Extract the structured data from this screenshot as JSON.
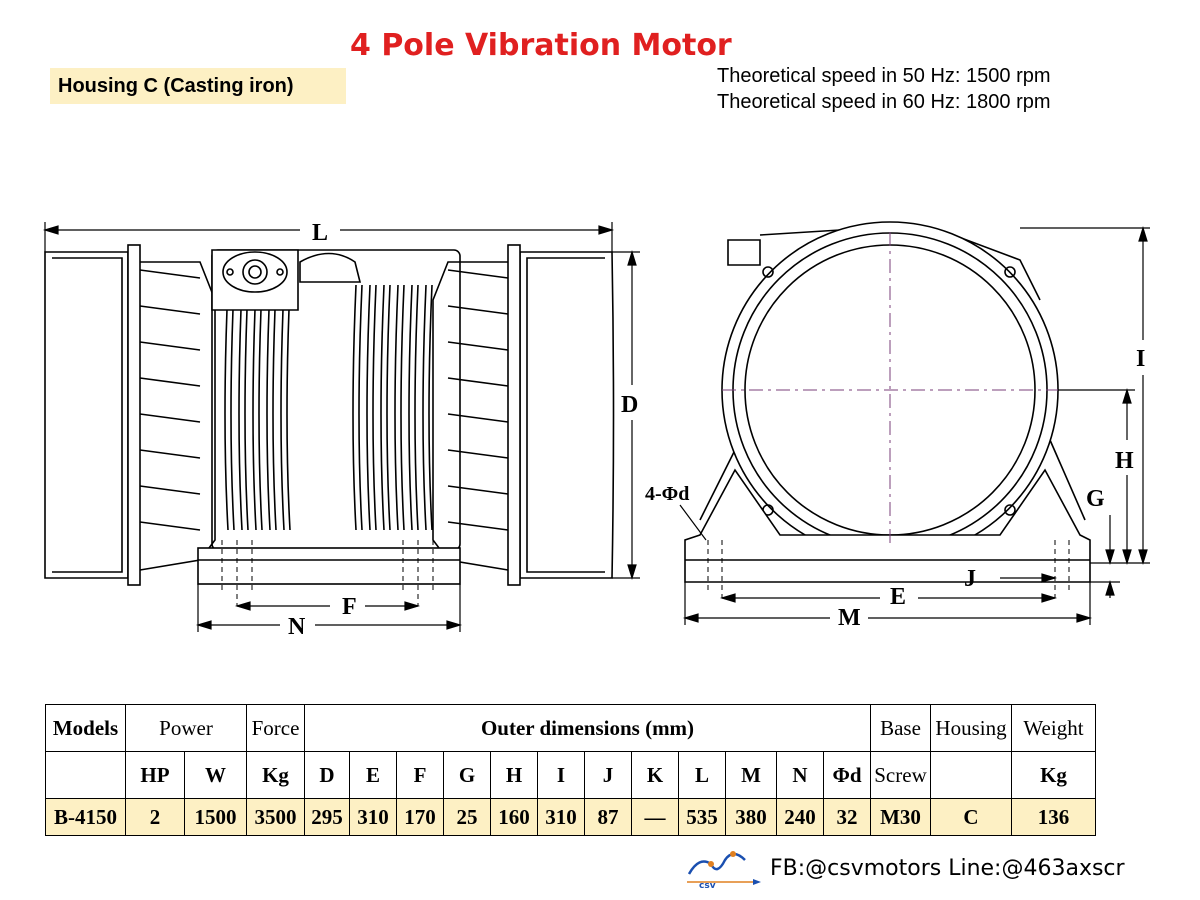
{
  "title": "4 Pole Vibration Motor",
  "housing_label": "Housing C (Casting iron)",
  "speed": {
    "line1": "Theoretical speed in 50 Hz: 1500 rpm",
    "line2": "Theoretical speed in 60 Hz: 1800 rpm"
  },
  "dimension_labels": {
    "L": "L",
    "D": "D",
    "F": "F",
    "N": "N",
    "I": "I",
    "H": "H",
    "G": "G",
    "J": "J",
    "E": "E",
    "M": "M",
    "holes": "4-Φd"
  },
  "table": {
    "group_headers": {
      "models": "Models",
      "power": "Power",
      "force": "Force",
      "outer": "Outer dimensions (mm)",
      "base": "Base",
      "housing": "Housing",
      "weight": "Weight"
    },
    "sub_headers": [
      "HP",
      "W",
      "Kg",
      "D",
      "E",
      "F",
      "G",
      "H",
      "I",
      "J",
      "K",
      "L",
      "M",
      "N",
      "Φd",
      "Screw",
      "Kg"
    ],
    "row": {
      "model": "B-4150",
      "values": [
        "2",
        "1500",
        "3500",
        "295",
        "310",
        "170",
        "25",
        "160",
        "310",
        "87",
        "—",
        "535",
        "380",
        "240",
        "32",
        "M30",
        "C",
        "136"
      ]
    }
  },
  "footer": {
    "logo_text": "csv",
    "contact": "FB:@csvmotors  Line:@463axscr"
  },
  "colors": {
    "title": "#e02020",
    "highlight": "#fdf0c4",
    "logo_blue": "#1a4fb0",
    "logo_orange": "#e08020"
  }
}
